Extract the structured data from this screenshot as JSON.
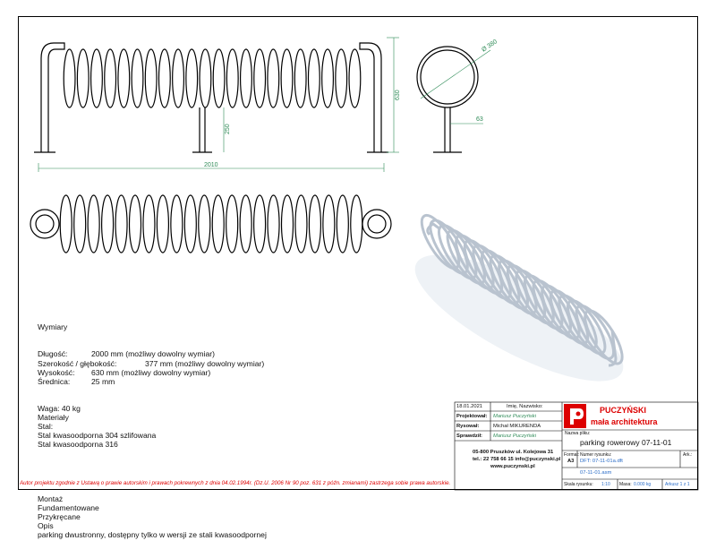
{
  "dimensions": {
    "diameter": "Ø 380",
    "height": "630",
    "post_height": "250",
    "offset": "63",
    "length": "2010"
  },
  "description": {
    "heading": "Wymiary",
    "rows": [
      {
        "k": "Długość:",
        "v": "2000 mm (możliwy dowolny wymiar)"
      },
      {
        "k": "Szerokość / głębokość:",
        "v": "377 mm (możliwy dowolny wymiar)"
      },
      {
        "k": "Wysokość:",
        "v": "630 mm (możliwy dowolny wymiar)"
      },
      {
        "k": "Średnica:",
        "v": "25 mm"
      }
    ],
    "lines": [
      "Waga: 40 kg",
      "Materiały",
      "Stal:",
      "Stal kwasoodporna 304 szlifowana",
      "Stal kwasoodporna 316"
    ],
    "lines2": [
      "Montaż",
      "Fundamentowane",
      "Przykręcane",
      "Opis",
      "parking dwustronny, dostępny tylko w wersji ze stali kwasoodpornej"
    ]
  },
  "title_block": {
    "date": "18.01.2021",
    "name_col": "Imię, Nazwisko:",
    "rows": [
      {
        "role": "Projektował:",
        "name": "Mariusz Puczyński"
      },
      {
        "role": "Rysował:",
        "name": "Michał MIKURENDA"
      },
      {
        "role": "Sprawdził:",
        "name": "Mariusz Puczyński"
      }
    ],
    "brand_line1": "PUCZYŃSKI",
    "brand_line2": "mała architektura",
    "address": [
      "05-800 Pruszków ul. Kolejowa 31",
      "tel.: 22 758 66 15  info@puczynski.pl",
      "www.puczynski.pl"
    ],
    "file_label": "Nazwa pliku:",
    "file_name": "parking rowerowy 07-11-01",
    "format_label": "Format:",
    "format": "A3",
    "drawing_no_label": "Numer rysunku:",
    "drawing_no": "DFT: 07-11-01a.dft",
    "sheet_label": "Ark.:",
    "asm": "07-11-01.asm",
    "scale_label": "Skala rysunku:",
    "scale": "1:10",
    "mass_label": "Masa:",
    "mass": "0.000 kg",
    "sheet_count": "Arkusz 1 z 1"
  },
  "legal": "Autor projektu zgodnie z Ustawą o prawie autorskim i prawach pokrewnych z dnia 04.02.1994r. (Dz.U. 2006 Nr 90 poz. 631 z późn. zmianami) zastrzega sobie prawa autorskie.",
  "colors": {
    "dimension": "#2e8b57",
    "brand": "#dd0000",
    "legal": "#dd0000",
    "name": "#2e8b57"
  }
}
